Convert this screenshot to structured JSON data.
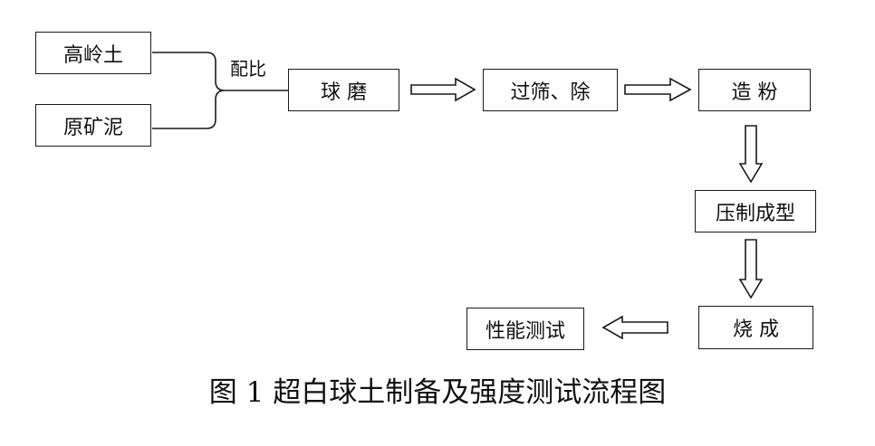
{
  "nodes": {
    "kaolin": "高岭土",
    "raw_clay": "原矿泥",
    "ball_mill": "球 磨",
    "sieve": "过筛、除",
    "granulate": "造 粉",
    "press": "压制成型",
    "fire": "烧 成",
    "test": "性能测试"
  },
  "edge_labels": {
    "mix": "配比"
  },
  "caption": "图 1 超白球土制备及强度测试流程图"
}
